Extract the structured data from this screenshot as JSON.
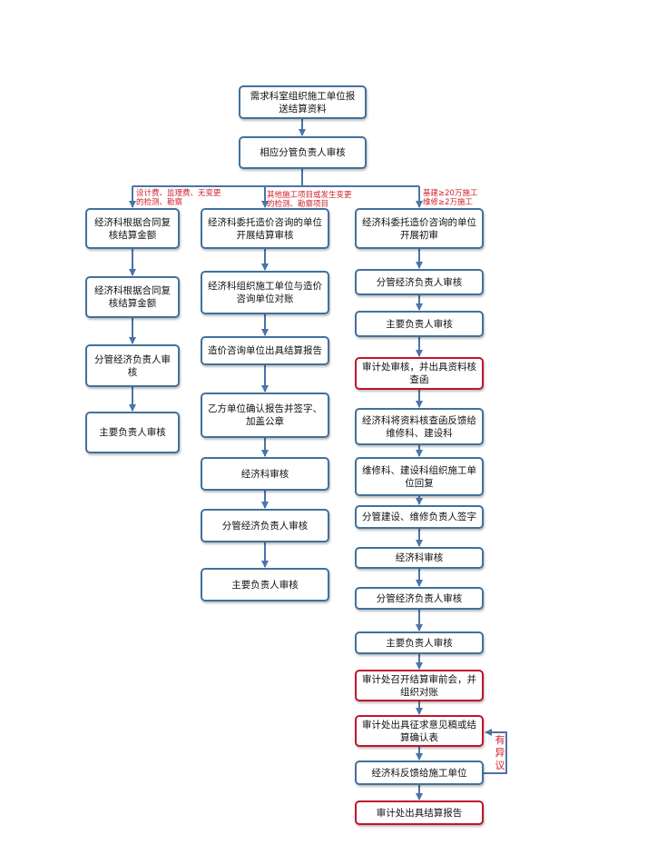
{
  "colors": {
    "box_border": "#41719c",
    "highlight_border": "#c0152b",
    "note_text": "#d21f2a",
    "arrow": "#4a74a8"
  },
  "top": {
    "submit": "需求科室组织施工单位报送结算资料",
    "review": "相应分管负责人审核"
  },
  "branch_notes": {
    "left": [
      "设计费、监理费、无变更",
      "的检测、勘察"
    ],
    "middle": [
      "其他施工项目或发生变更",
      "的检测、勘察项目"
    ],
    "right": [
      "基建≥20万施工",
      "维修≥2万施工"
    ]
  },
  "left_column": [
    "经济科根据合同复核结算金额",
    "经济科根据合同复核结算金额",
    "分管经济负责人审核",
    "主要负责人审核"
  ],
  "middle_column": [
    "经济科委托造价咨询的单位开展结算审核",
    "经济科组织施工单位与造价咨询单位对账",
    "造价咨询单位出具结算报告",
    "乙方单位确认报告并签字、加盖公章",
    "经济科审核",
    "分管经济负责人审核",
    "主要负责人审核"
  ],
  "right_column": [
    "经济科委托造价咨询的单位开展初审",
    "分管经济负责人审核",
    "主要负责人审核",
    "审计处审核，并出具资料核查函",
    "经济科将资料核查函反馈给维修科、建设科",
    "维修科、建设科组织施工单位回复",
    "分管建设、维修负责人签字",
    "经济科审核",
    "分管经济负责人审核",
    "主要负责人审核",
    "审计处召开结算审前会，并组织对账",
    "审计处出具征求意见稿或结算确认表",
    "经济科反馈给施工单位",
    "审计处出具结算报告"
  ],
  "loop_label": [
    "有",
    "异",
    "议"
  ]
}
